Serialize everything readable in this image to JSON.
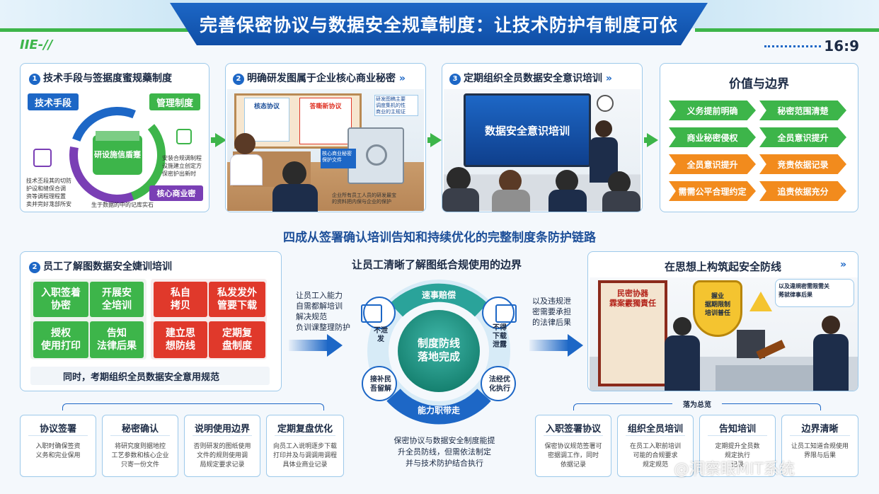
{
  "header": {
    "title": "完善保密协议与数据安全规章制度：让技术防护有制度可依",
    "logo": "IIE-//",
    "ratio": "16:9"
  },
  "top_panels": {
    "p1": {
      "num": "1",
      "title": "技术手段与签据度蜜规藥制度",
      "tag_left": "技术手段",
      "tag_right": "管理制度",
      "center_label": "研设施信盾蹇",
      "bottom_tag": "核心商业密",
      "small_left": "技术丕段其的切防\n护设和缝保合调\n资等调程理程置\n卖并完好尨部所安",
      "small_right": "安装合规调制程\n设施建立创定方\n保密护出新时",
      "small_bottom": "生于数据的中的记库实石"
    },
    "p2": {
      "num": "2",
      "title": "明确研发图属于企业核心商业秘密",
      "board1": "核态协议",
      "board2": "答嘶新协议",
      "note": "研发图稿主要\n调度集机的性\n商业的主规证",
      "safe_label": "核心商业秘密\n保护文件",
      "caption": "企业所有员工人员的研发最宝\n的资料把内保与企业的保护"
    },
    "p3": {
      "num": "3",
      "title": "定期组织全员数据安全意识培训",
      "screen": "数据安全意识培训"
    },
    "p4": {
      "title": "价值与边界",
      "items": [
        {
          "label": "义务提前明确",
          "color": "green"
        },
        {
          "label": "秘密范围清楚",
          "color": "green"
        },
        {
          "label": "商业秘密侵权",
          "color": "green"
        },
        {
          "label": "全员意识提升",
          "color": "green"
        },
        {
          "label": "全员意识提升",
          "color": "orange"
        },
        {
          "label": "竞责依据记录",
          "color": "orange"
        },
        {
          "label": "需需公平合理约定",
          "color": "orange"
        },
        {
          "label": "追责依据充分",
          "color": "orange"
        }
      ]
    }
  },
  "mid_title": "四成从签署确认培训告知和持续优化的完整制度条防护链路",
  "bottom_left": {
    "num": "2",
    "title": "员工了解图数据安全婕训培训",
    "cells": [
      {
        "label": "入职签着\n协密",
        "color": "green"
      },
      {
        "label": "开展安\n全培训",
        "color": "green"
      },
      {
        "label": "私自\n拷贝",
        "color": "red"
      },
      {
        "label": "私发发外\n管要下载",
        "color": "red"
      },
      {
        "label": "授权\n使用打印",
        "color": "green"
      },
      {
        "label": "告知\n法律后果",
        "color": "green"
      },
      {
        "label": "建立思\n想防线",
        "color": "red"
      },
      {
        "label": "定期复\n盘制度",
        "color": "red"
      }
    ],
    "footer": "同时，考期组织全员数据安全意用规范"
  },
  "center": {
    "title": "让员工清晰了解图纸合规使用的边界",
    "left_note": "让员工入能力\n自需都解培训\n解决规范\n负训课整理防护",
    "right_note": "以及违规泄\n密需要承担\n的法律后果",
    "hub": "制度防线\n落地完成",
    "seg_top": "速事赔偿",
    "seg_bottom": "能力职带走",
    "seg_left": "不泄\n发",
    "seg_right": "不得\n下载\n泄露",
    "seg_ll": "接补民\n吾留解",
    "seg_rr": "法经优\n化执行",
    "caption": "保密协议与数据安全制度能提\n升全员防线，但需依法制定\n并与技术防护结合执行"
  },
  "bottom_right": {
    "title": "在思想上构筑起安全防线",
    "doc_title": "民密协器\n霖案霰獨責任",
    "shield": "握业\n据期限制\n培训普任",
    "bubble": "以及違規密需限需关\n莠就律事后果"
  },
  "bottom_cards_left_label": "",
  "bottom_cards_right_label": "落为总览",
  "bottom_cards": [
    {
      "title": "协议签署",
      "text": "入职时确保签资\n义务和完业保用"
    },
    {
      "title": "秘密确认",
      "text": "将研究度则据地控\n工艺参数和核心企业\n只寄一份文件"
    },
    {
      "title": "说明使用边界",
      "text": "否则研发的图纸使用\n文件的规则使用调\n局规定要求记录"
    },
    {
      "title": "定期复盘优化",
      "text": "向员工入说明逐步下载\n打印并及与调调用调程\n具体业商业记录"
    },
    {
      "title": "入职签署协议",
      "text": "保密协议规范签署可\n密据调工作，同时\n依据记录"
    },
    {
      "title": "组织全员培训",
      "text": "在员工入职前培训\n可能的合规要求\n规定规范"
    },
    {
      "title": "告知培训",
      "text": "定期提升全员数\n规定执行\n记录"
    },
    {
      "title": "边界清晰",
      "text": "让员工知道合规使用\n界限与后果"
    }
  ],
  "watermark": "@洞察眼MIT系统"
}
